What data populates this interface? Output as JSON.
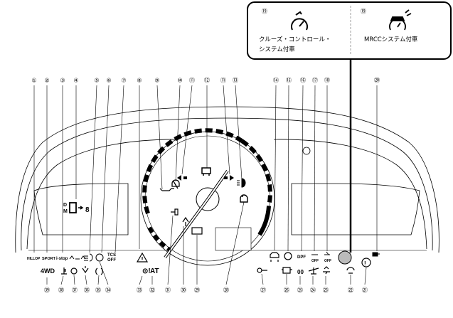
{
  "callout": {
    "left_number": "⑲",
    "left_text_line1": "クルーズ・コントロール・",
    "left_text_line2": "システム付車",
    "right_number": "⑲",
    "right_text": "MRCCシステム付車"
  },
  "top_numbers": {
    "n1": "①",
    "n2": "②",
    "n3": "③",
    "n4": "④",
    "n5": "⑤",
    "n6": "⑥",
    "n7": "⑦",
    "n8": "⑧",
    "n9": "⑨",
    "n10": "⑩",
    "n11a": "⑪",
    "n12": "⑫",
    "n11b": "⑪",
    "n13": "⑬",
    "n14": "⑭",
    "n15": "⑮",
    "n16": "⑯",
    "n17": "⑰",
    "n18": "⑱",
    "n20": "⑳"
  },
  "bottom_numbers": {
    "n39": "㊴",
    "n38": "㊳",
    "n37": "㊲",
    "n36": "㊱",
    "n35": "㉟",
    "n34": "㉞",
    "n33": "㉝",
    "n32": "㉜",
    "n31": "㉛",
    "n30": "㉚",
    "n29": "㉙",
    "n28": "㉘",
    "n27": "㉗",
    "n26": "㉖",
    "n25": "㉕",
    "n24": "㉔",
    "n23": "㉓",
    "n22": "㉒",
    "n21": "㉑"
  },
  "indicators": {
    "hillop": "HILLOP",
    "sport": "SPORT",
    "istop": "i-stop",
    "tcs_off_top": "TCS",
    "tcs_off_bottom": "OFF",
    "dpf": "DPF",
    "off1": "OFF",
    "off2": "OFF",
    "fourwd": "4WD",
    "at": "AT",
    "oo": "00",
    "gear_top": "D",
    "gear_bottom": "M",
    "gear_value": "8"
  }
}
